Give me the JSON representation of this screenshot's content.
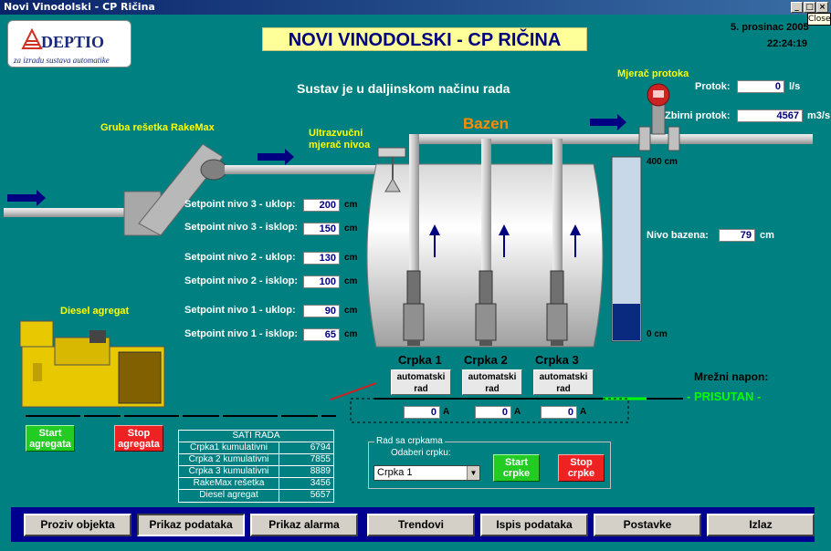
{
  "window": {
    "title": "Novi Vinodolski - CP Ričina",
    "close_tooltip": "Close"
  },
  "logo": {
    "name": "DEPTIO",
    "tagline": "za izradu sustava automatike"
  },
  "header": {
    "title": "NOVI VINODOLSKI - CP RIČINA",
    "date": "5. prosinac 2005",
    "time": "22:24:19"
  },
  "mode_text": "Sustav je u daljinskom načinu rada",
  "labels": {
    "gruba_resetka": "Gruba rešetka RakeMax",
    "ultrazvucni_line1": "Ultrazvučni",
    "ultrazvucni_line2": "mjerač nivoa",
    "mjerac_protoka": "Mjerač protoka",
    "bazen": "Bazen",
    "diesel_agregat": "Diesel agregat"
  },
  "flow": {
    "protok_label": "Protok:",
    "protok_value": "0",
    "protok_unit": "l/s",
    "zbirni_label": "Zbirni protok:",
    "zbirni_value": "4567",
    "zbirni_unit": "m3/s"
  },
  "level": {
    "top_label": "400 cm",
    "bottom_label": "0 cm",
    "nivo_label": "Nivo bazena:",
    "nivo_value": "79",
    "nivo_unit": "cm",
    "fill_fraction": 0.2
  },
  "setpoints": [
    {
      "label": "Setpoint nivo 3 - uklop:",
      "value": "200",
      "unit": "cm"
    },
    {
      "label": "Setpoint nivo 3 - isklop:",
      "value": "150",
      "unit": "cm"
    },
    {
      "label": "Setpoint nivo 2 - uklop:",
      "value": "130",
      "unit": "cm"
    },
    {
      "label": "Setpoint nivo 2 - isklop:",
      "value": "100",
      "unit": "cm"
    },
    {
      "label": "Setpoint nivo 1 - uklop:",
      "value": "90",
      "unit": "cm"
    },
    {
      "label": "Setpoint nivo 1 - isklop:",
      "value": "65",
      "unit": "cm"
    }
  ],
  "pumps": [
    {
      "name": "Crpka 1",
      "mode_line1": "automatski",
      "mode_line2": "rad",
      "current": "0",
      "current_unit": "A"
    },
    {
      "name": "Crpka 2",
      "mode_line1": "automatski",
      "mode_line2": "rad",
      "current": "0",
      "current_unit": "A"
    },
    {
      "name": "Crpka 3",
      "mode_line1": "automatski",
      "mode_line2": "rad",
      "current": "0",
      "current_unit": "A"
    }
  ],
  "grid": {
    "label": "Mrežni napon:",
    "status": "- PRISUTAN -"
  },
  "generator_controls": {
    "start_line1": "Start",
    "start_line2": "agregata",
    "stop_line1": "Stop",
    "stop_line2": "agregata"
  },
  "sati_rada": {
    "title": "SATI RADA",
    "rows": [
      {
        "name": "Crpka1 kumulativni",
        "value": "6794"
      },
      {
        "name": "Crpka 2 kumulativni",
        "value": "7855"
      },
      {
        "name": "Crpka 3 kumulativni",
        "value": "8889"
      },
      {
        "name": "RakeMax rešetka",
        "value": "3456"
      },
      {
        "name": "Diesel agregat",
        "value": "5657"
      }
    ]
  },
  "rad_sa_crpkama": {
    "title": "Rad sa crpkama",
    "select_label": "Odaberi crpku:",
    "selected": "Crpka 1",
    "start_line1": "Start",
    "start_line2": "crpke",
    "stop_line1": "Stop",
    "stop_line2": "crpke"
  },
  "nav": [
    {
      "label": "Proziv objekta",
      "key": "P"
    },
    {
      "label": "Prikaz podataka",
      "key": "P"
    },
    {
      "label": "Prikaz alarma",
      "key": "k"
    },
    {
      "label": "Trendovi",
      "key": "T"
    },
    {
      "label": "Ispis podataka",
      "key": "I"
    },
    {
      "label": "Postavke",
      "key": "o"
    },
    {
      "label": "Izlaz",
      "key": "I"
    }
  ],
  "colors": {
    "background": "#008080",
    "accent_yellow": "#ffff00",
    "nav_bar": "#000090",
    "status_green": "#00ff00",
    "bazen_orange": "#ff8c00"
  }
}
